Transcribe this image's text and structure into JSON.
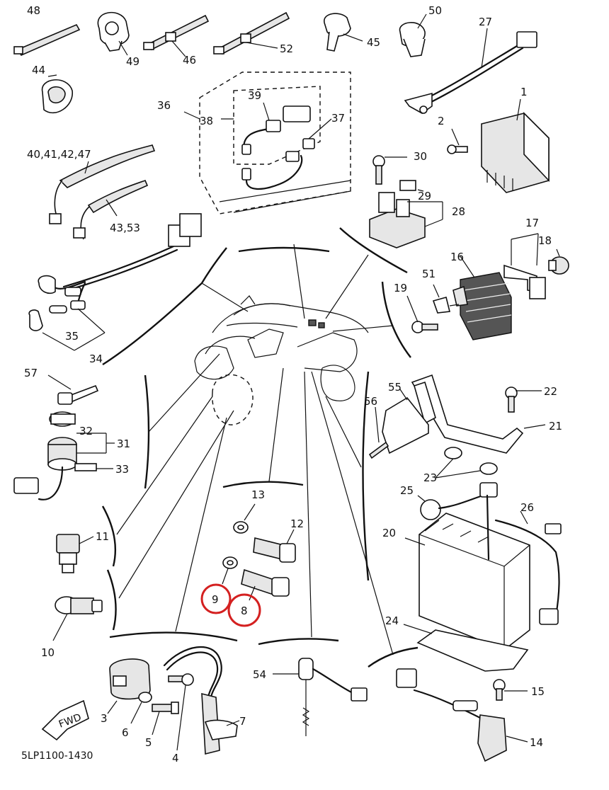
{
  "diagram": {
    "part_numbers": {
      "p1": "1",
      "p2": "2",
      "p3": "3",
      "p4": "4",
      "p5": "5",
      "p6": "6",
      "p7": "7",
      "p8": "8",
      "p9": "9",
      "p10": "10",
      "p11": "11",
      "p12": "12",
      "p13": "13",
      "p14": "14",
      "p15": "15",
      "p16": "16",
      "p17": "17",
      "p18": "18",
      "p19": "19",
      "p20": "20",
      "p21": "21",
      "p22": "22",
      "p23": "23",
      "p24": "24",
      "p25": "25",
      "p26": "26",
      "p27": "27",
      "p28": "28",
      "p29": "29",
      "p30": "30",
      "p31": "31",
      "p32": "32",
      "p33": "33",
      "p34": "34",
      "p35": "35",
      "p36": "36",
      "p37": "37",
      "p38": "38",
      "p39": "39",
      "p40_41_42_47": "40,41,42,47",
      "p43_53": "43,53",
      "p44": "44",
      "p45": "45",
      "p46": "46",
      "p48": "48",
      "p49": "49",
      "p50": "50",
      "p51": "51",
      "p52": "52",
      "p54": "54",
      "p55": "55",
      "p56": "56",
      "p57": "57"
    },
    "fwd_label": "FWD",
    "drawing_code": "5LP1100-1430",
    "highlighted_parts": [
      "8",
      "9"
    ],
    "highlight_color": "#d42020"
  }
}
